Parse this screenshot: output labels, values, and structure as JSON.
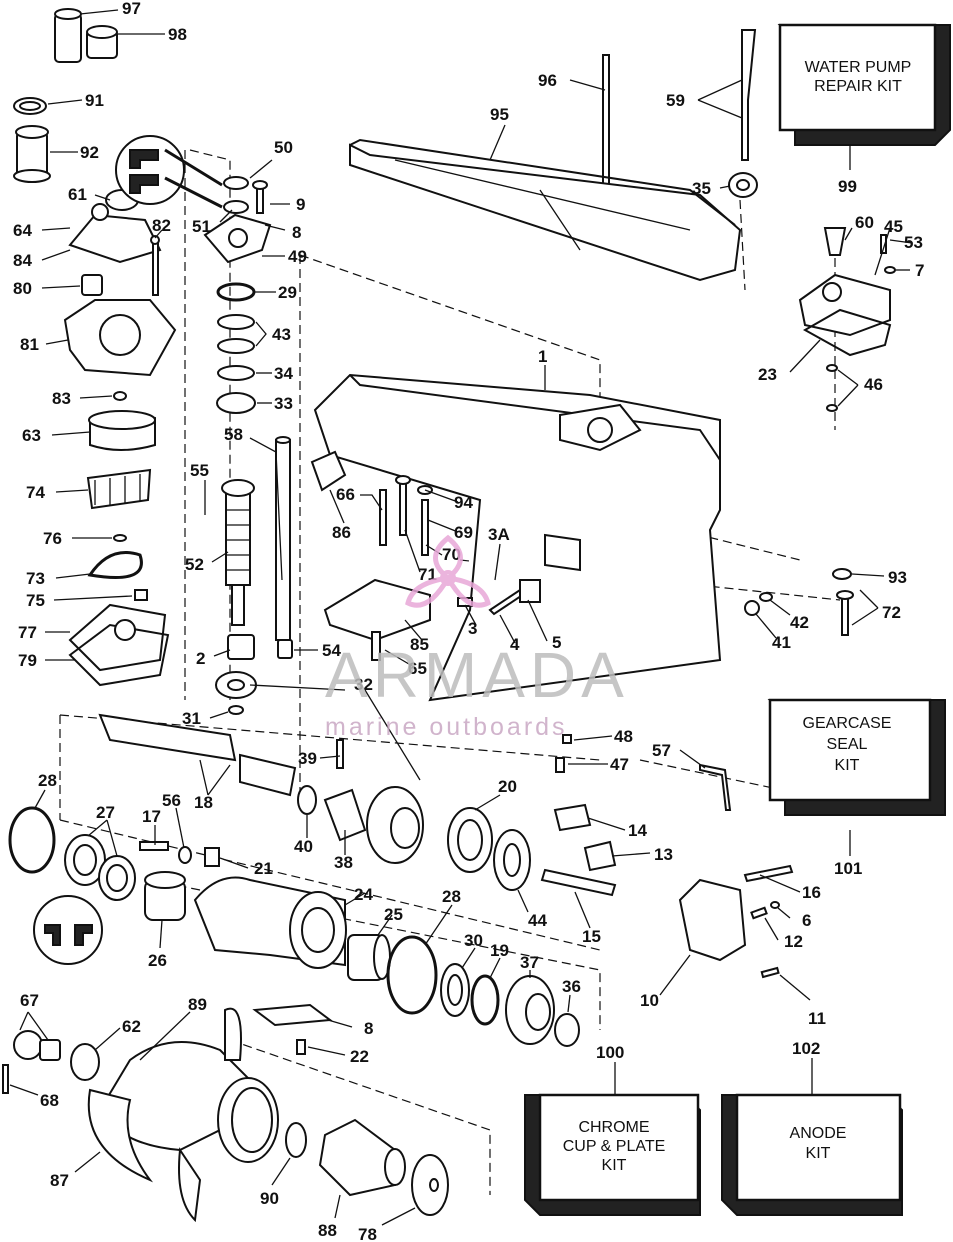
{
  "callouts": {
    "c97": "97",
    "c98": "98",
    "c91": "91",
    "c92": "92",
    "c61": "61",
    "c64": "64",
    "c84": "84",
    "c80": "80",
    "c81": "81",
    "c83": "83",
    "c63": "63",
    "c74": "74",
    "c76": "76",
    "c73": "73",
    "c75": "75",
    "c77": "77",
    "c79": "79",
    "c50": "50",
    "c51": "51",
    "c9": "9",
    "c8a": "8",
    "c49": "49",
    "c29": "29",
    "c43": "43",
    "c34": "34",
    "c33": "33",
    "c82": "82",
    "c58": "58",
    "c55": "55",
    "c52": "52",
    "c2": "2",
    "c54": "54",
    "c31": "31",
    "c96": "96",
    "c95": "95",
    "c59": "59",
    "c35": "35",
    "c99": "99",
    "c60": "60",
    "c45": "45",
    "c53": "53",
    "c7": "7",
    "c23": "23",
    "c46": "46",
    "c1": "1",
    "c66": "66",
    "c86": "86",
    "c94": "94",
    "c69": "69",
    "c70": "70",
    "c71": "71",
    "c3A": "3A",
    "c3": "3",
    "c4": "4",
    "c5": "5",
    "c85": "85",
    "c65": "65",
    "c32": "32",
    "c93": "93",
    "c42": "42",
    "c41": "41",
    "c72": "72",
    "c48": "48",
    "c47": "47",
    "c57": "57",
    "c101": "101",
    "c39": "39",
    "c18": "18",
    "c28a": "28",
    "c27": "27",
    "c56": "56",
    "c17": "17",
    "c21": "21",
    "c40": "40",
    "c38": "38",
    "c20": "20",
    "c14": "14",
    "c13": "13",
    "c16": "16",
    "c44": "44",
    "c15": "15",
    "c6": "6",
    "c12": "12",
    "c26": "26",
    "c24": "24",
    "c25": "25",
    "c28b": "28",
    "c30": "30",
    "c19": "19",
    "c37": "37",
    "c36": "36",
    "c10": "10",
    "c11": "11",
    "c8b": "8",
    "c22": "22",
    "c67": "67",
    "c62": "62",
    "c89": "89",
    "c68": "68",
    "c100": "100",
    "c102": "102",
    "c87": "87",
    "c90": "90",
    "c88": "88",
    "c78": "78"
  },
  "kits": {
    "water_pump": [
      "WATER PUMP",
      "REPAIR KIT"
    ],
    "gearcase_seal": [
      "GEARCASE",
      "SEAL",
      "KIT"
    ],
    "chrome_cup": [
      "CHROME",
      "CUP & PLATE",
      "KIT"
    ],
    "anode": [
      "ANODE",
      "KIT"
    ]
  },
  "watermark": {
    "brand": "ARMADA",
    "tagline": "marine outboards",
    "color": "#e8a7d8"
  }
}
